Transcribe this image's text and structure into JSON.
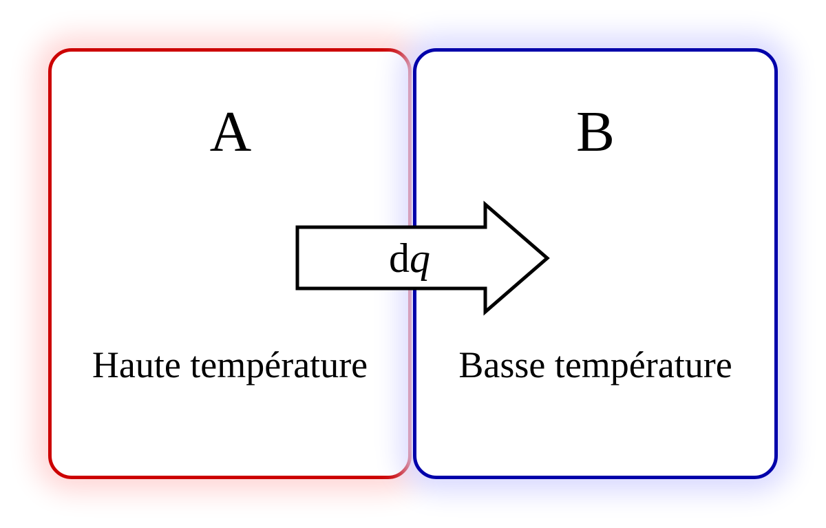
{
  "box_a": {
    "letter": "A",
    "caption": "Haute température",
    "border_color": "#cc0000",
    "glow_color": "#ffd6d6"
  },
  "box_b": {
    "letter": "B",
    "caption": "Basse température",
    "border_color": "#0000aa",
    "glow_color": "#d9d9ff"
  },
  "arrow": {
    "label_prefix": "d",
    "label_symbol": "q",
    "fill_color": "#ffffff",
    "stroke_color": "#000000"
  }
}
